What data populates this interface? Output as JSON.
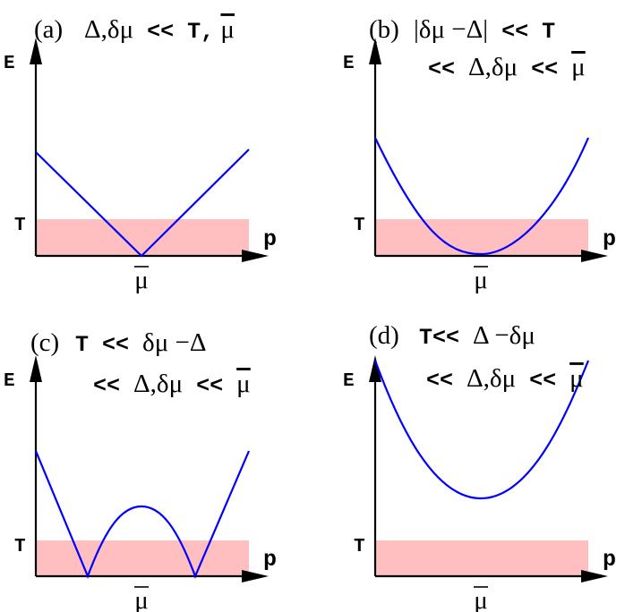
{
  "panels": [
    {
      "id": "a",
      "label": "(a)",
      "condition_lines": [
        [
          {
            "t": "Δ,",
            "f": "serif"
          },
          {
            "t": "δμ",
            "f": "serif"
          },
          {
            "t": " << ",
            "f": "mono"
          },
          {
            "t": "T,",
            "f": "mono"
          },
          {
            "t": " ",
            "f": "serif"
          },
          {
            "t": "μ",
            "f": "serif",
            "overbar": true
          }
        ]
      ],
      "axis_y": "E",
      "axis_x": "p",
      "temp_label": "T",
      "x_tick_label": "μ",
      "curve_shape": "v-shape"
    },
    {
      "id": "b",
      "label": "(b)",
      "condition_lines": [
        [
          {
            "t": "|δμ −Δ|",
            "f": "serif"
          },
          {
            "t": " << ",
            "f": "mono"
          },
          {
            "t": "T",
            "f": "mono"
          }
        ],
        [
          {
            "t": "<< ",
            "f": "mono"
          },
          {
            "t": "Δ,δμ",
            "f": "serif"
          },
          {
            "t": " << ",
            "f": "mono"
          },
          {
            "t": "μ",
            "f": "serif",
            "overbar": true
          }
        ]
      ],
      "axis_y": "E",
      "axis_x": "p",
      "temp_label": "T",
      "x_tick_label": "μ",
      "curve_shape": "parabola touching zero"
    },
    {
      "id": "c",
      "label": "(c)",
      "condition_lines": [
        [
          {
            "t": "T",
            "f": "mono"
          },
          {
            "t": " << ",
            "f": "mono"
          },
          {
            "t": "δμ −Δ",
            "f": "serif"
          }
        ],
        [
          {
            "t": "<< ",
            "f": "mono"
          },
          {
            "t": "Δ,δμ",
            "f": "serif"
          },
          {
            "t": " << ",
            "f": "mono"
          },
          {
            "t": "μ",
            "f": "serif",
            "overbar": true
          }
        ]
      ],
      "axis_y": "E",
      "axis_x": "p",
      "temp_label": "T",
      "x_tick_label": "μ",
      "curve_shape": "two gapless nodes with central hump"
    },
    {
      "id": "d",
      "label": "(d)",
      "condition_lines": [
        [
          {
            "t": "T",
            "f": "mono"
          },
          {
            "t": "<< ",
            "f": "mono"
          },
          {
            "t": "Δ −δμ",
            "f": "serif"
          }
        ],
        [
          {
            "t": "<< ",
            "f": "mono"
          },
          {
            "t": "Δ,δμ",
            "f": "serif"
          },
          {
            "t": " << ",
            "f": "mono"
          },
          {
            "t": "μ",
            "f": "serif",
            "overbar": true
          }
        ]
      ],
      "axis_y": "E",
      "axis_x": "p",
      "temp_label": "T",
      "x_tick_label": "μ",
      "curve_shape": "gapped parabola"
    }
  ],
  "colors": {
    "curve": "#0000ff",
    "thermal_band": "#ffbfc0",
    "axes": "#000000"
  }
}
